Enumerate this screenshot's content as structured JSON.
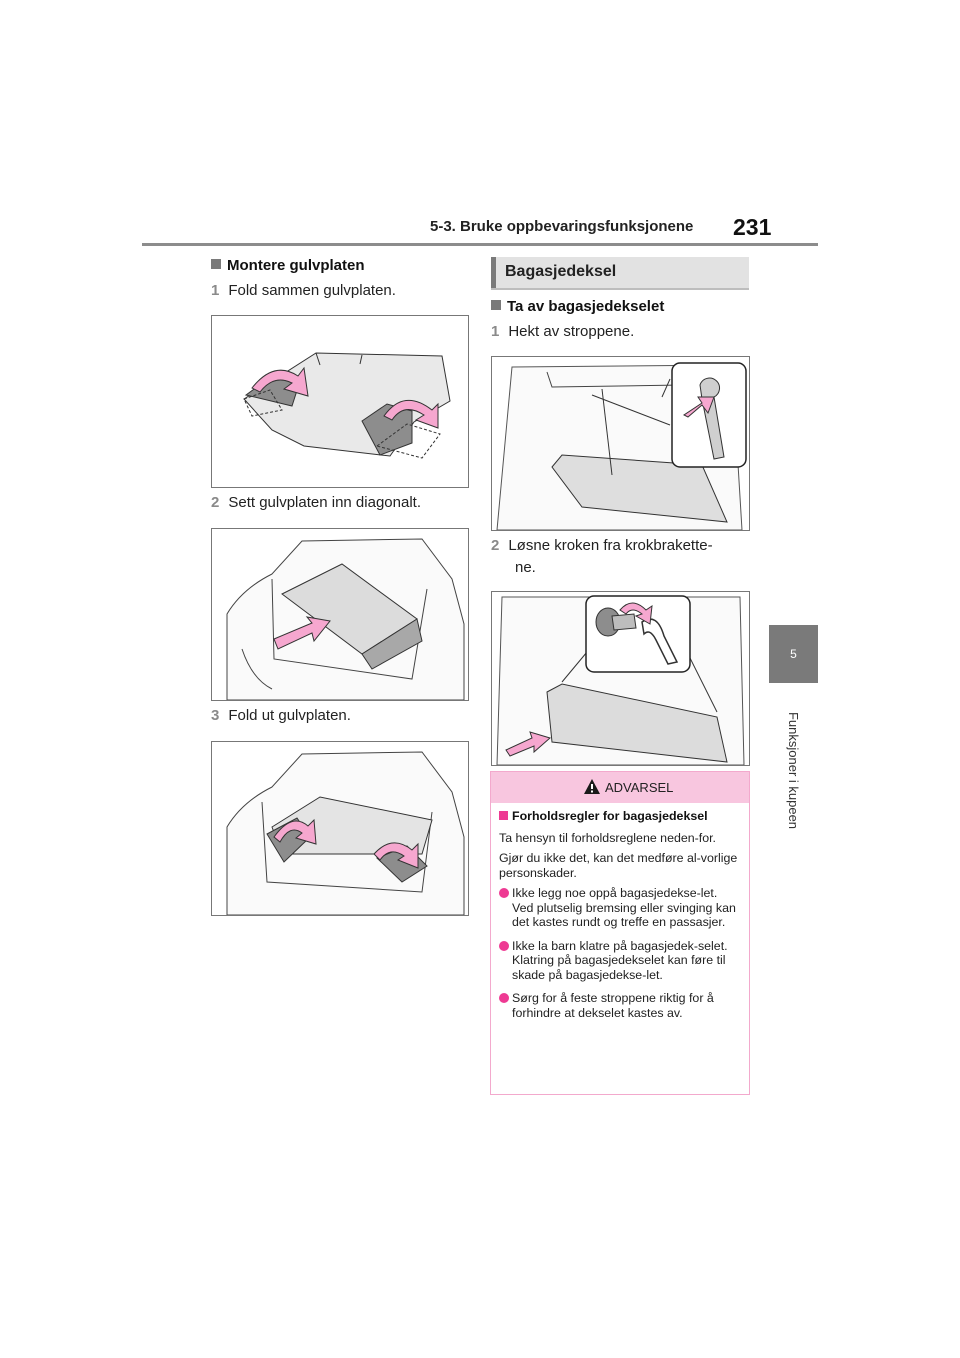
{
  "header": {
    "section": "5-3. Bruke oppbevaringsfunksjonene",
    "page_number": "231"
  },
  "side_tab": {
    "chapter": "5",
    "chapter_title": "Funksjoner i kupeen"
  },
  "left": {
    "heading": "Montere gulvplaten",
    "steps": [
      {
        "num": "1",
        "text": "Fold sammen gulvplaten."
      },
      {
        "num": "2",
        "text": "Sett gulvplaten inn diagonalt."
      },
      {
        "num": "3",
        "text": "Fold ut gulvplaten."
      }
    ]
  },
  "right": {
    "section_title": "Bagasjedeksel",
    "subheading": "Ta av bagasjedekselet",
    "steps": [
      {
        "num": "1",
        "text": "Hekt av stroppene."
      },
      {
        "num": "2",
        "text_line1": "Løsne kroken fra krokbrakette-",
        "text_line2": "ne."
      }
    ]
  },
  "warning": {
    "label": "ADVARSEL",
    "heading": "Forholdsregler for bagasjedeksel",
    "para1": "Ta hensyn til forholdsreglene neden-for.",
    "para2": "Gjør du ikke det, kan det medføre al-vorlige personskader.",
    "bullets": [
      "Ikke legg noe oppå bagasjedekse-let. Ved plutselig bremsing eller svinging kan det kastes rundt og treffe en passasjer.",
      "Ikke la barn klatre på bagasjedek-selet. Klatring på bagasjedekselet kan føre til skade på bagasjedekse-let.",
      "Sørg for å feste stroppene riktig for å forhindre at dekselet kastes av."
    ]
  },
  "colors": {
    "accent_pink": "#ee3a93",
    "warning_header": "#f8c6df",
    "arrow_fill": "#f6a7cf",
    "header_gray": "#8c8c8c"
  }
}
